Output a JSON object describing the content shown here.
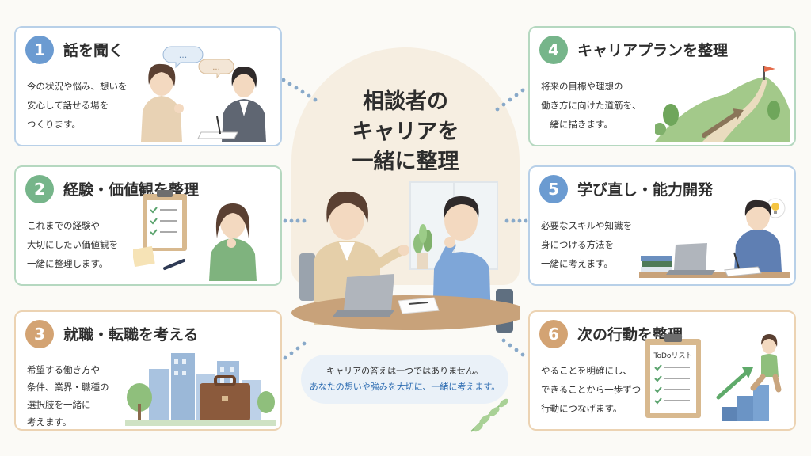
{
  "center": {
    "title_lines": [
      "相談者の",
      "キャリアを",
      "一緒に整理"
    ]
  },
  "message": {
    "line1": "キャリアの答えは一つではありません。",
    "line2": "あなたの想いや強みを大切に、一緒に考えます。"
  },
  "steps": [
    {
      "number": "1",
      "title": "話を聞く",
      "desc": [
        "今の状況や悩み、想いを",
        "安心して話せる場を",
        "つくります。"
      ]
    },
    {
      "number": "2",
      "title": "経験・価値観を整理",
      "desc": [
        "これまでの経験や",
        "大切にしたい価値観を",
        "一緒に整理します。"
      ]
    },
    {
      "number": "3",
      "title": "就職・転職を考える",
      "desc": [
        "希望する働き方や",
        "条件、業界・職種の",
        "選択肢を一緒に",
        "考えます。"
      ]
    },
    {
      "number": "4",
      "title": "キャリアプランを整理",
      "desc": [
        "将来の目標や理想の",
        "働き方に向けた道筋を、",
        "一緒に描きます。"
      ]
    },
    {
      "number": "5",
      "title": "学び直し・能力開発",
      "desc": [
        "必要なスキルや知識を",
        "身につける方法を",
        "一緒に考えます。"
      ]
    },
    {
      "number": "6",
      "title": "次の行動を整理",
      "desc": [
        "やることを明確にし、",
        "できることから一歩ずつ",
        "行動につなげます。"
      ]
    }
  ],
  "illustration_text": {
    "speech_dots": "...",
    "todo_title": "ToDoリスト"
  },
  "colors": {
    "blue": "#6b9bd1",
    "green": "#76b58a",
    "tan": "#d3a373",
    "message_accent": "#2e6db2"
  }
}
